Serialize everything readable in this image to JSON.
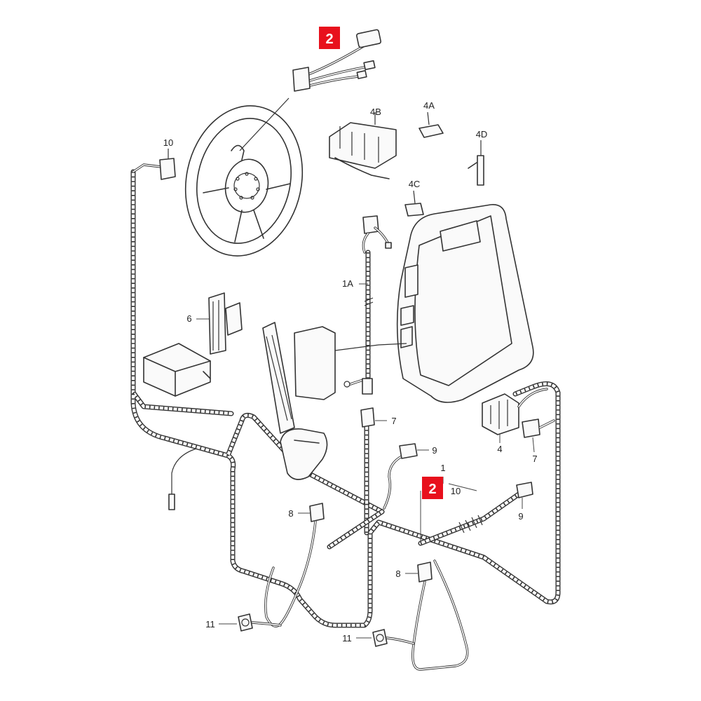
{
  "callouts": {
    "c2_top": "2",
    "c10_top": "10",
    "c4b": "4B",
    "c4a": "4A",
    "c4d": "4D",
    "c4c": "4C",
    "c1a": "1A",
    "c6": "6",
    "c7_mid": "7",
    "c9_upper": "9",
    "c1": "1",
    "c2_mid": "2",
    "c10_mid": "10",
    "c9_right": "9",
    "c4": "4",
    "c7_right": "7",
    "c8_left": "8",
    "c8_right": "8",
    "c11_left": "11",
    "c11_right": "11"
  },
  "highlight_color": "#e8101c",
  "line_color": "#333333"
}
